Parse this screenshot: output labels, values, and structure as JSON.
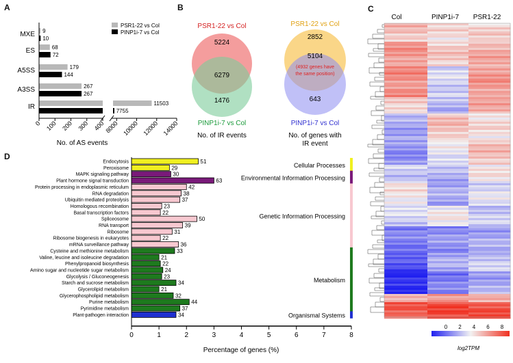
{
  "figure": {
    "panel_labels": {
      "A": "A",
      "B": "B",
      "C": "C",
      "D": "D"
    }
  },
  "panel_a": {
    "legend": [
      "PSR1-22 vs Col",
      "PINP1i-7 vs Col"
    ],
    "xlabel": "No. of AS events",
    "colors": {
      "psr": "#b8b8b8",
      "pinp": "#000000"
    },
    "chart_data": {
      "type": "bar",
      "orientation": "horizontal",
      "categories": [
        "MXE",
        "ES",
        "A5SS",
        "A3SS",
        "IR"
      ],
      "series": [
        {
          "name": "PSR1-22 vs Col",
          "values": [
            9,
            68,
            179,
            267,
            11503
          ]
        },
        {
          "name": "PINP1i-7 vs Col",
          "values": [
            10,
            72,
            144,
            267,
            7755
          ]
        }
      ],
      "value_labels": [
        [
          "9",
          "10"
        ],
        [
          "68",
          "72"
        ],
        [
          "179",
          "144"
        ],
        [
          "267",
          "267"
        ],
        [
          "11503",
          "7755"
        ]
      ],
      "x_ticks_left": [
        "0",
        "100",
        "200",
        "300",
        "400"
      ],
      "x_ticks_right": [
        "8000",
        "10000",
        "12000",
        "14000"
      ],
      "axis_break": [
        400,
        7500
      ],
      "xlabel": "No. of AS events"
    }
  },
  "panel_b": {
    "venn1": {
      "label_top": "PSR1-22 vs Col",
      "label_bottom": "PINP1i-7 vs Col",
      "only_top": "5224",
      "overlap": "6279",
      "only_bottom": "1476",
      "caption": "No. of IR events",
      "colors": {
        "top": "#f07c7c",
        "bottom": "#7ccc9a",
        "top_text": "#d42020",
        "bottom_text": "#1a9a3a"
      }
    },
    "venn2": {
      "label_top": "PSR1-22 vs Col",
      "label_bottom": "PINP1i-7 vs Col",
      "only_top": "2852",
      "overlap": "5104",
      "overlap_note_line1": "(4932 genes have",
      "overlap_note_line2": "the same position)",
      "only_bottom": "643",
      "caption_line1": "No. of genes with",
      "caption_line2": "IR event",
      "colors": {
        "top": "#f8c860",
        "bottom": "#8c8cf0",
        "top_text": "#e0a010",
        "bottom_text": "#3030d0",
        "note": "#e02020"
      }
    }
  },
  "panel_c": {
    "columns": [
      "Col",
      "PINP1i-7",
      "PSR1-22"
    ],
    "legend_label": "log2TPM",
    "legend_ticks": [
      "0",
      "2",
      "4",
      "6",
      "8"
    ],
    "colors": {
      "low": "#2020f0",
      "mid": "#f2f2f2",
      "high": "#f03020"
    }
  },
  "panel_d": {
    "xlabel": "Percentage of genes (%)",
    "chart_data": {
      "type": "bar",
      "orientation": "horizontal",
      "categories": [
        "Endocytosis",
        "Peroxisome",
        "MAPK signaling pathway",
        "Plant hormone signal transduction",
        "Protein processing in endoplasmic reticulum",
        "RNA degradation",
        "Ubiquitin mediated proteolysis",
        "Homologous recombination",
        "Basal transcription factors",
        "Spliceosome",
        "RNA transport",
        "Ribosome",
        "Ribosome biogenesis in eukaryotes",
        "mRNA surveillance pathway",
        "Cysteine and methionine metabolism",
        "Valine, leucine and isoleucine degradation",
        "Phenylpropanoid biosynthesis",
        "Amino sugar and nucleotide sugar metabolism",
        "Glycolysis / Gluconeogenesis",
        "Starch and sucrose metabolism",
        "Glycerolipid metabolism",
        "Glycerophospholipid metabolism",
        "Purine metabolism",
        "Pyrimidine metabolism",
        "Plant-pathogen interaction"
      ],
      "values": [
        2.43,
        1.38,
        1.43,
        3.0,
        2.0,
        1.81,
        1.76,
        1.1,
        1.05,
        2.38,
        1.86,
        1.48,
        1.05,
        1.71,
        1.57,
        1.0,
        1.05,
        1.14,
        1.1,
        1.62,
        1.0,
        1.52,
        2.1,
        1.76,
        1.62
      ],
      "counts": [
        "51",
        "29",
        "30",
        "63",
        "42",
        "38",
        "37",
        "23",
        "22",
        "50",
        "39",
        "31",
        "22",
        "36",
        "33",
        "21",
        "22",
        "24",
        "23",
        "34",
        "21",
        "32",
        "44",
        "37",
        "34"
      ],
      "groups": [
        "cellular",
        "cellular",
        "environmental",
        "environmental",
        "genetic",
        "genetic",
        "genetic",
        "genetic",
        "genetic",
        "genetic",
        "genetic",
        "genetic",
        "genetic",
        "genetic",
        "metabolism",
        "metabolism",
        "metabolism",
        "metabolism",
        "metabolism",
        "metabolism",
        "metabolism",
        "metabolism",
        "metabolism",
        "metabolism",
        "organismal"
      ],
      "xlim": [
        0,
        8
      ],
      "x_ticks": [
        "0",
        "1",
        "2",
        "3",
        "4",
        "5",
        "6",
        "7",
        "8"
      ],
      "xlabel": "Percentage of genes (%)"
    },
    "categories_legend": [
      {
        "key": "cellular",
        "label": "Cellular Processes",
        "color": "#f0f020"
      },
      {
        "key": "environmental",
        "label": "Environmental Information Processing",
        "color": "#7a1a7a"
      },
      {
        "key": "genetic",
        "label": "Genetic Information Processing",
        "color": "#f8c8d0"
      },
      {
        "key": "metabolism",
        "label": "Metabolism",
        "color": "#1e7a1e"
      },
      {
        "key": "organismal",
        "label": "Organismal Systems",
        "color": "#2030d0"
      }
    ]
  }
}
